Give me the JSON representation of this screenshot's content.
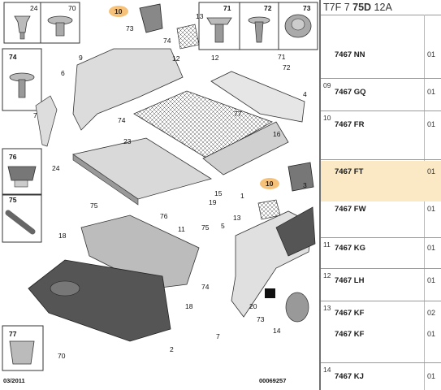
{
  "header": {
    "prefix": "T7F 7 ",
    "bold": "75D",
    "suffix": " 12A"
  },
  "rows": [
    {
      "idx": "",
      "ref": "7467 NN",
      "qty": "01",
      "highlight": false
    },
    {
      "idx": "09",
      "ref": "7467 GQ",
      "qty": "01",
      "highlight": false
    },
    {
      "idx": "10",
      "ref": "7467 FR",
      "qty": "01",
      "highlight": false
    },
    {
      "idx": "",
      "ref": "7467 FT",
      "qty": "01",
      "highlight": true
    },
    {
      "idx": "",
      "ref": "7467 FW",
      "qty": "01",
      "highlight": false
    },
    {
      "idx": "11",
      "ref": "7467 KG",
      "qty": "01",
      "highlight": false
    },
    {
      "idx": "12",
      "ref": "7467 LH",
      "qty": "01",
      "highlight": false
    },
    {
      "idx": "13",
      "ref": "7467 KF",
      "qty": "02",
      "highlight": false
    },
    {
      "idx": "",
      "ref": "7467 KF",
      "qty": "01",
      "highlight": false
    },
    {
      "idx": "14",
      "ref": "7467 KJ",
      "qty": "01",
      "highlight": false
    }
  ],
  "diagram": {
    "date": "03/2011",
    "code": "00069257",
    "highlight_color": "#f6c27a",
    "callouts": [
      "24",
      "70",
      "71",
      "72",
      "73",
      "74",
      "75",
      "76",
      "77",
      "10",
      "13",
      "73",
      "74",
      "9",
      "6",
      "7",
      "74",
      "12",
      "71",
      "72",
      "4",
      "77",
      "16",
      "23",
      "24",
      "15",
      "19",
      "1",
      "10",
      "75",
      "76",
      "11",
      "75",
      "18",
      "12",
      "3",
      "5",
      "13",
      "74",
      "20",
      "73",
      "7",
      "14",
      "18",
      "70",
      "2"
    ]
  }
}
